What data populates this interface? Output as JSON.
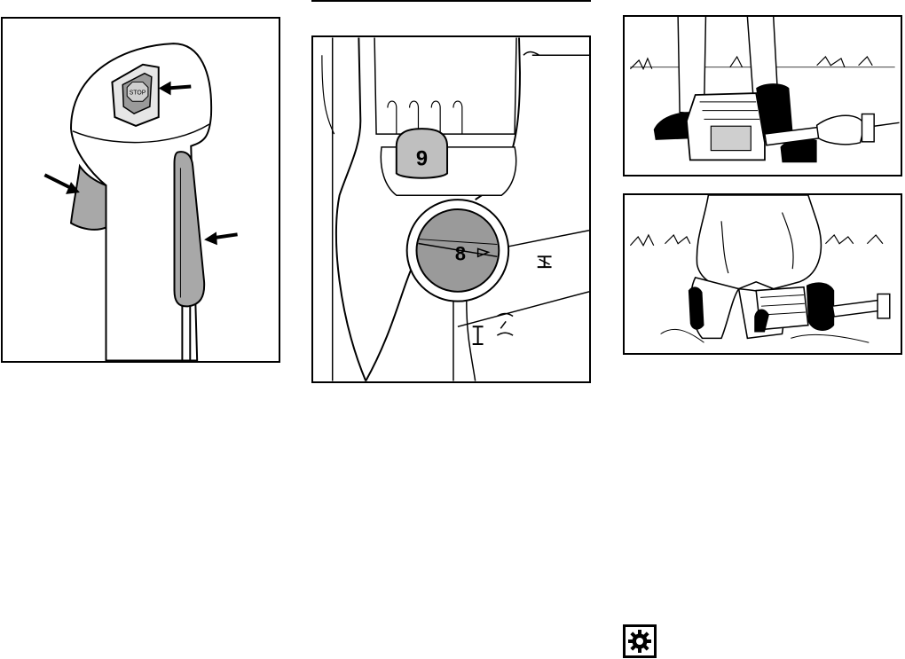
{
  "handle": {
    "stop_label": "STOP"
  },
  "carburetor": {
    "part_9": "9",
    "part_8": "8"
  },
  "icons": {
    "top_rule": "horizontal-rule",
    "settings": "gear-icon"
  }
}
